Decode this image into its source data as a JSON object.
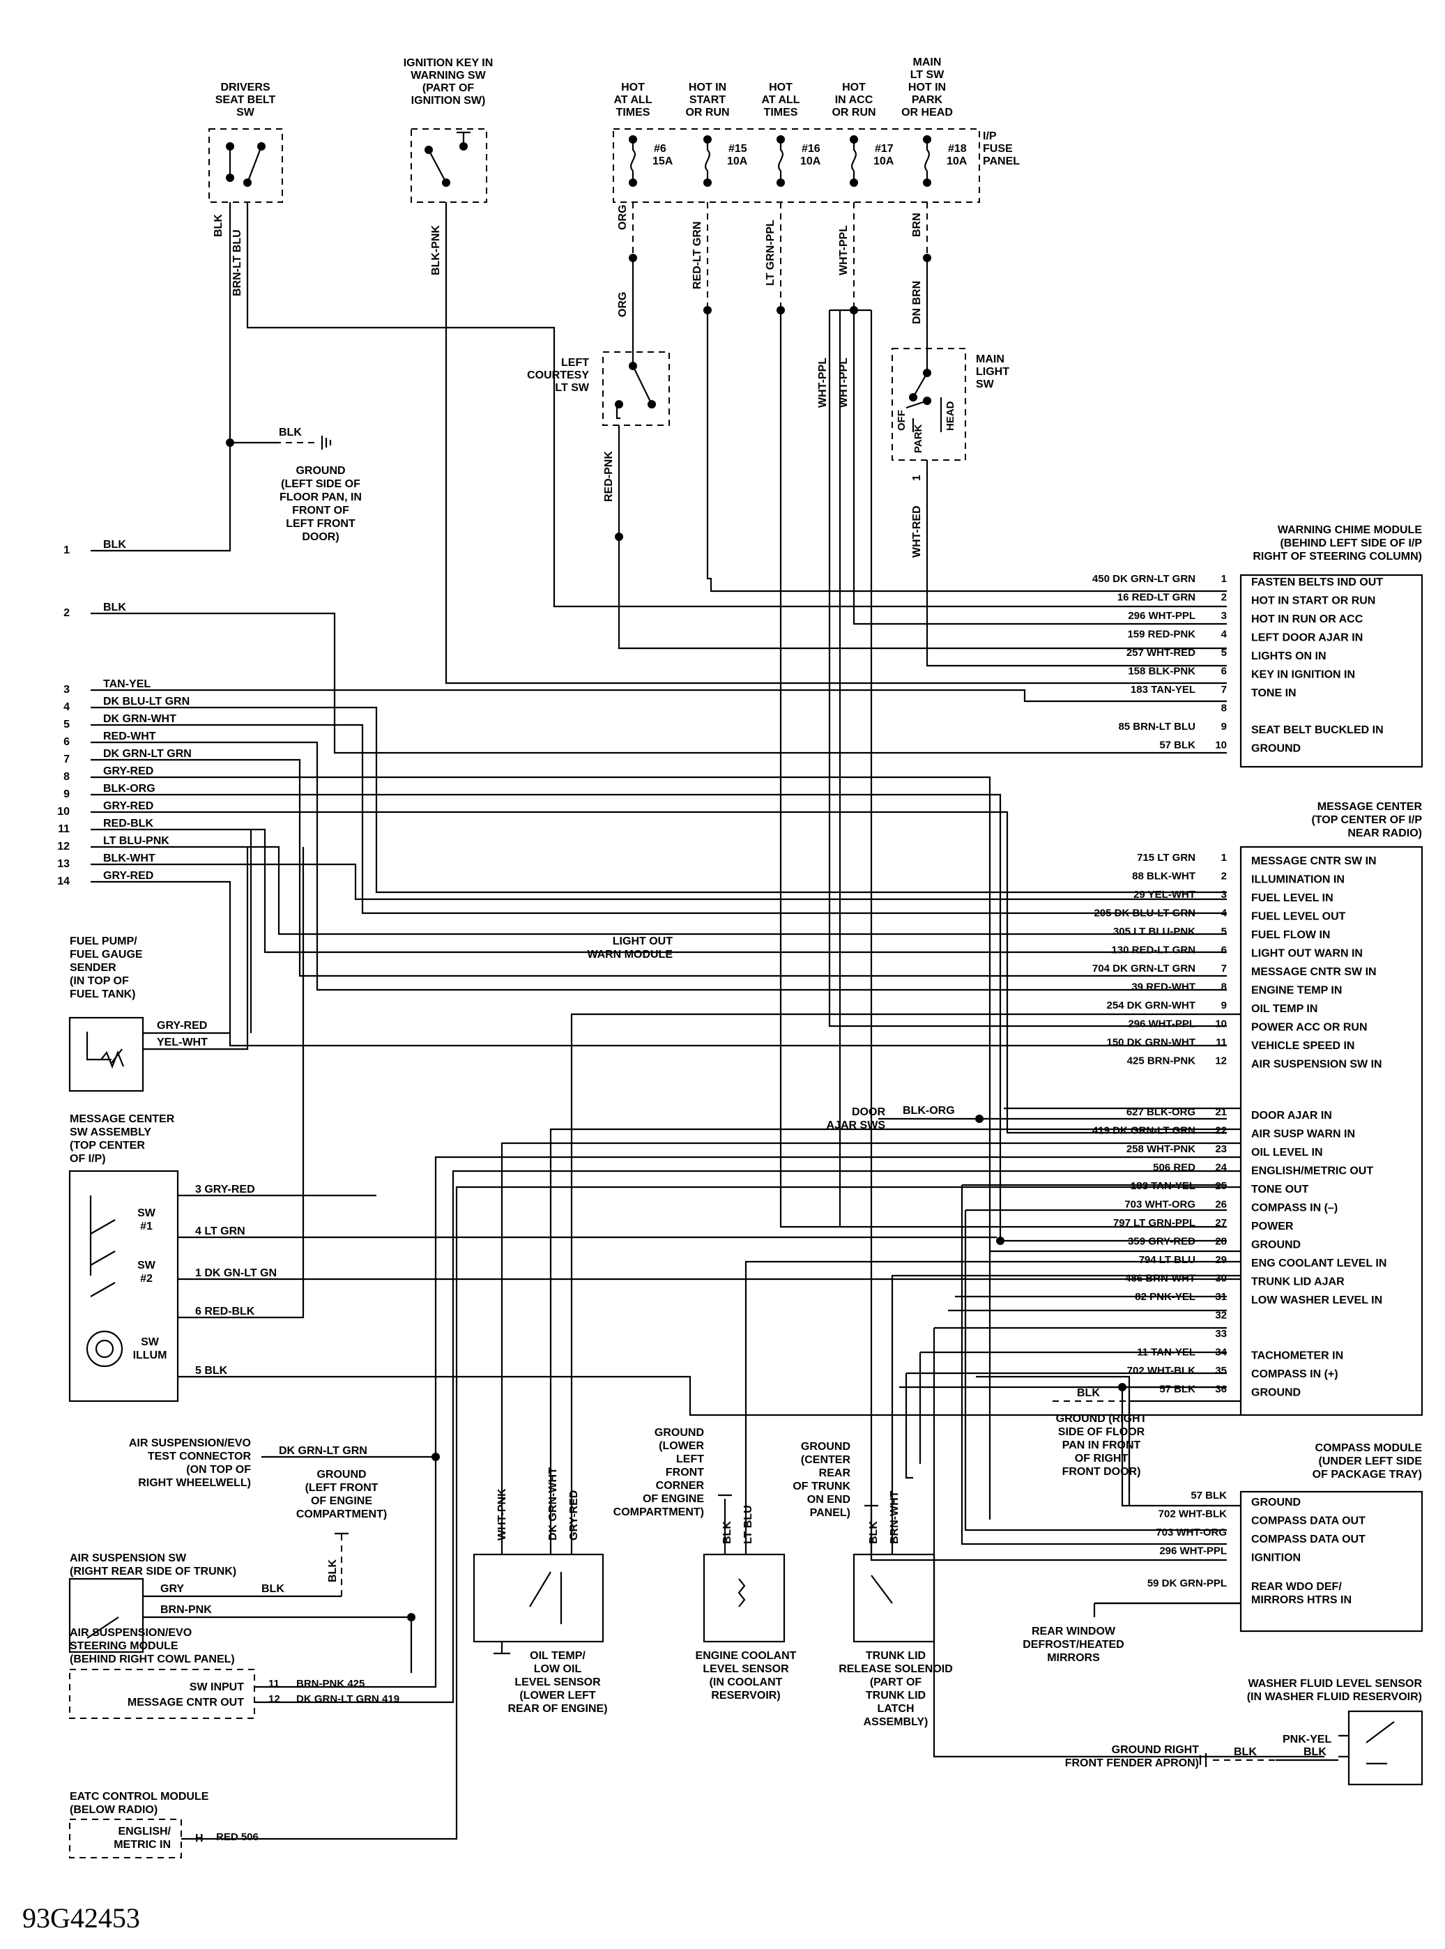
{
  "diagram_id": "93G42453",
  "top_components": {
    "seat_belt_sw": [
      "DRIVERS",
      "SEAT BELT",
      "SW"
    ],
    "ignition_key_sw": [
      "IGNITION KEY IN",
      "WARNING SW",
      "(PART OF",
      "IGNITION SW)"
    ],
    "fuse_panel_label": [
      "I/P",
      "FUSE",
      "PANEL"
    ],
    "fuse_headers": [
      [
        "HOT",
        "AT ALL",
        "TIMES"
      ],
      [
        "HOT IN",
        "START",
        "OR RUN"
      ],
      [
        "HOT",
        "AT ALL",
        "TIMES"
      ],
      [
        "HOT",
        "IN ACC",
        "OR RUN"
      ],
      [
        "MAIN",
        "LT SW",
        "HOT IN",
        "PARK",
        "OR HEAD"
      ]
    ],
    "fuses": [
      {
        "num": "#6",
        "amp": "15A"
      },
      {
        "num": "#15",
        "amp": "10A"
      },
      {
        "num": "#16",
        "amp": "10A"
      },
      {
        "num": "#17",
        "amp": "10A"
      },
      {
        "num": "#18",
        "amp": "10A"
      }
    ],
    "left_courtesy": [
      "LEFT",
      "COURTESY",
      "LT SW"
    ],
    "main_light_sw": [
      "MAIN",
      "LIGHT",
      "SW"
    ],
    "main_light_positions": [
      "OFF",
      "PARK",
      "HEAD"
    ],
    "ground_floor": [
      "GROUND",
      "(LEFT SIDE OF",
      "FLOOR PAN, IN",
      "FRONT OF",
      "LEFT FRONT",
      "DOOR)"
    ]
  },
  "vertical_wire_labels": [
    "BLK",
    "BRN-LT BLU",
    "BLK-PNK",
    "ORG",
    "ORG",
    "RED-LT GRN",
    "LT GRN-PPL",
    "WHT-PPL",
    "BRN",
    "DN BRN",
    "WHT-PPL",
    "WHT-PPL",
    "RED-PNK",
    "WHT-RED",
    "1"
  ],
  "left_connector": [
    {
      "pin": "1",
      "wire": "BLK"
    },
    {
      "pin": "2",
      "wire": "BLK"
    },
    {
      "pin": "3",
      "wire": "TAN-YEL"
    },
    {
      "pin": "4",
      "wire": "DK BLU-LT GRN"
    },
    {
      "pin": "5",
      "wire": "DK GRN-WHT"
    },
    {
      "pin": "6",
      "wire": "RED-WHT"
    },
    {
      "pin": "7",
      "wire": "DK GRN-LT GRN"
    },
    {
      "pin": "8",
      "wire": "GRY-RED"
    },
    {
      "pin": "9",
      "wire": "BLK-ORG"
    },
    {
      "pin": "10",
      "wire": "GRY-RED"
    },
    {
      "pin": "11",
      "wire": "RED-BLK"
    },
    {
      "pin": "12",
      "wire": "LT BLU-PNK"
    },
    {
      "pin": "13",
      "wire": "BLK-WHT"
    },
    {
      "pin": "14",
      "wire": "GRY-RED"
    }
  ],
  "warning_chime": {
    "title": [
      "WARNING CHIME MODULE",
      "(BEHIND LEFT SIDE OF I/P",
      "RIGHT OF STEERING COLUMN)"
    ],
    "pins": [
      {
        "wire": "450 DK GRN-LT GRN",
        "pin": "1",
        "func": "FASTEN BELTS IND OUT"
      },
      {
        "wire": "16 RED-LT GRN",
        "pin": "2",
        "func": "HOT IN START OR RUN"
      },
      {
        "wire": "296 WHT-PPL",
        "pin": "3",
        "func": "HOT IN RUN OR ACC"
      },
      {
        "wire": "159 RED-PNK",
        "pin": "4",
        "func": "LEFT DOOR AJAR IN"
      },
      {
        "wire": "257 WHT-RED",
        "pin": "5",
        "func": "LIGHTS ON IN"
      },
      {
        "wire": "158 BLK-PNK",
        "pin": "6",
        "func": "KEY IN IGNITION IN"
      },
      {
        "wire": "183 TAN-YEL",
        "pin": "7",
        "func": "TONE IN"
      },
      {
        "wire": "",
        "pin": "8",
        "func": ""
      },
      {
        "wire": "85 BRN-LT BLU",
        "pin": "9",
        "func": "SEAT BELT BUCKLED IN"
      },
      {
        "wire": "57 BLK",
        "pin": "10",
        "func": "GROUND"
      }
    ]
  },
  "message_center": {
    "title": [
      "MESSAGE CENTER",
      "(TOP CENTER OF I/P",
      "NEAR RADIO)"
    ],
    "pins": [
      {
        "wire": "715 LT GRN",
        "pin": "1",
        "func": "MESSAGE CNTR SW IN"
      },
      {
        "wire": "88 BLK-WHT",
        "pin": "2",
        "func": "ILLUMINATION IN"
      },
      {
        "wire": "29 YEL-WHT",
        "pin": "3",
        "func": "FUEL LEVEL IN"
      },
      {
        "wire": "205 DK BLU-LT GRN",
        "pin": "4",
        "func": "FUEL LEVEL OUT"
      },
      {
        "wire": "305 LT BLU-PNK",
        "pin": "5",
        "func": "FUEL FLOW IN"
      },
      {
        "wire": "130 RED-LT GRN",
        "pin": "6",
        "func": "LIGHT OUT WARN IN"
      },
      {
        "wire": "704 DK GRN-LT GRN",
        "pin": "7",
        "func": "MESSAGE CNTR SW IN"
      },
      {
        "wire": "39 RED-WHT",
        "pin": "8",
        "func": "ENGINE TEMP IN"
      },
      {
        "wire": "254 DK GRN-WHT",
        "pin": "9",
        "func": "OIL TEMP IN"
      },
      {
        "wire": "296 WHT-PPL",
        "pin": "10",
        "func": "POWER ACC OR RUN"
      },
      {
        "wire": "150 DK GRN-WHT",
        "pin": "11",
        "func": "VEHICLE SPEED IN"
      },
      {
        "wire": "425 BRN-PNK",
        "pin": "12",
        "func": "AIR SUSPENSION SW IN"
      },
      {
        "wire": "627 BLK-ORG",
        "pin": "21",
        "func": "DOOR AJAR IN"
      },
      {
        "wire": "419 DK GRN-LT GRN",
        "pin": "22",
        "func": "AIR SUSP WARN IN"
      },
      {
        "wire": "258 WHT-PNK",
        "pin": "23",
        "func": "OIL LEVEL IN"
      },
      {
        "wire": "506 RED",
        "pin": "24",
        "func": "ENGLISH/METRIC OUT"
      },
      {
        "wire": "183 TAN-YEL",
        "pin": "25",
        "func": "TONE OUT"
      },
      {
        "wire": "703 WHT-ORG",
        "pin": "26",
        "func": "COMPASS IN (–)"
      },
      {
        "wire": "797 LT GRN-PPL",
        "pin": "27",
        "func": "POWER"
      },
      {
        "wire": "359 GRY-RED",
        "pin": "28",
        "func": "GROUND"
      },
      {
        "wire": "794 LT BLU",
        "pin": "29",
        "func": "ENG COOLANT LEVEL IN"
      },
      {
        "wire": "486 BRN-WHT",
        "pin": "30",
        "func": "TRUNK LID AJAR"
      },
      {
        "wire": "82 PNK-YEL",
        "pin": "31",
        "func": "LOW WASHER LEVEL IN"
      },
      {
        "wire": "",
        "pin": "32",
        "func": ""
      },
      {
        "wire": "",
        "pin": "33",
        "func": ""
      },
      {
        "wire": "11 TAN-YEL",
        "pin": "34",
        "func": "TACHOMETER IN"
      },
      {
        "wire": "702 WHT-BLK",
        "pin": "35",
        "func": "COMPASS IN (+)"
      },
      {
        "wire": "57 BLK",
        "pin": "36",
        "func": "GROUND"
      }
    ]
  },
  "compass": {
    "title": [
      "COMPASS MODULE",
      "(UNDER LEFT SIDE",
      "OF PACKAGE TRAY)"
    ],
    "pins": [
      {
        "wire": "57 BLK",
        "func": "GROUND"
      },
      {
        "wire": "702 WHT-BLK",
        "func": "COMPASS DATA OUT"
      },
      {
        "wire": "703 WHT-ORG",
        "func": "COMPASS DATA OUT"
      },
      {
        "wire": "296 WHT-PPL",
        "func": "IGNITION"
      },
      {
        "wire": "59 DK GRN-PPL",
        "func": [
          "REAR WDO DEF/",
          "MIRRORS HTRS IN"
        ]
      }
    ],
    "rear_window": [
      "REAR WINDOW",
      "DEFROST/HEATED",
      "MIRRORS"
    ]
  },
  "misc": {
    "light_out": [
      "LIGHT OUT",
      "WARN MODULE"
    ],
    "door_ajar": [
      "DOOR",
      "AJAR SWS"
    ],
    "door_wire": "BLK-ORG",
    "ground_right_floor": [
      "GROUND (RIGHT",
      "SIDE OF FLOOR",
      "PAN IN FRONT",
      "OF RIGHT",
      "FRONT DOOR)"
    ],
    "ground_right_blk": "BLK",
    "fuel_pump": [
      "FUEL PUMP/",
      "FUEL GAUGE",
      "SENDER",
      "(IN TOP OF",
      "FUEL TANK)"
    ],
    "fuel_wires": [
      "GRY-RED",
      "YEL-WHT"
    ],
    "msg_sw": [
      "MESSAGE CENTER",
      "SW ASSEMBLY",
      "(TOP CENTER",
      "OF I/P)"
    ],
    "msg_sw_wires": [
      "3  GRY-RED",
      "4  LT GRN",
      "1  DK GN-LT GN",
      "6  RED-BLK",
      "5  BLK"
    ],
    "sw1": [
      "SW",
      "#1"
    ],
    "sw2": [
      "SW",
      "#2"
    ],
    "sw_illum": [
      "SW",
      "ILLUM"
    ],
    "air_test": [
      "AIR SUSPENSION/EVO",
      "TEST CONNECTOR",
      "(ON TOP OF",
      "RIGHT WHEELWELL)"
    ],
    "air_test_wire": "DK GRN-LT GRN",
    "ground_front": [
      "GROUND",
      "(LEFT FRONT",
      "OF ENGINE",
      "COMPARTMENT)"
    ],
    "air_sw": [
      "AIR SUSPENSION SW",
      "(RIGHT REAR SIDE OF TRUNK)"
    ],
    "air_sw_wires": [
      "GRY",
      "BLK",
      "BRN-PNK",
      "BLK"
    ],
    "air_evo": [
      "AIR SUSPENSION/EVO",
      "STEERING MODULE",
      "(BEHIND RIGHT COWL PANEL)"
    ],
    "air_evo_pins": [
      {
        "name": "SW INPUT",
        "pin": "11",
        "wire": "BRN-PNK 425"
      },
      {
        "name": "MESSAGE CNTR OUT",
        "pin": "12",
        "wire": "DK GRN-LT GRN 419"
      }
    ],
    "eatc": [
      "EATC CONTROL MODULE",
      "(BELOW RADIO)"
    ],
    "eatc_pin": {
      "name": [
        "ENGLISH/",
        "METRIC IN"
      ],
      "pin": "H",
      "wire": "RED 506"
    },
    "oil_sensor": [
      "OIL TEMP/",
      "LOW OIL",
      "LEVEL SENSOR",
      "(LOWER LEFT",
      "REAR OF ENGINE)"
    ],
    "oil_wires": [
      "WHT-PNK",
      "DK GRN-WHT",
      "GRY-RED"
    ],
    "ground_coolant": [
      "GROUND",
      "(LOWER",
      "LEFT",
      "FRONT",
      "CORNER",
      "OF ENGINE",
      "COMPARTMENT)"
    ],
    "coolant_sensor": [
      "ENGINE COOLANT",
      "LEVEL SENSOR",
      "(IN COOLANT",
      "RESERVOIR)"
    ],
    "coolant_wires": [
      "BLK",
      "LT BLU"
    ],
    "ground_trunk": [
      "GROUND",
      "(CENTER",
      "REAR",
      "OF TRUNK",
      "ON END",
      "PANEL)"
    ],
    "trunk_solenoid": [
      "TRUNK LID",
      "RELEASE SOLENOID",
      "(PART OF",
      "TRUNK LID",
      "LATCH",
      "ASSEMBLY)"
    ],
    "trunk_wires": [
      "BLK",
      "BRN-WHT"
    ],
    "washer": [
      "WASHER FLUID LEVEL SENSOR",
      "(IN WASHER FLUID RESERVOIR)"
    ],
    "washer_wires": [
      "PNK-YEL",
      "BLK",
      "BLK"
    ],
    "ground_fender": [
      "GROUND RIGHT",
      "FRONT FENDER APRON)"
    ],
    "small_blk": "BLK"
  }
}
